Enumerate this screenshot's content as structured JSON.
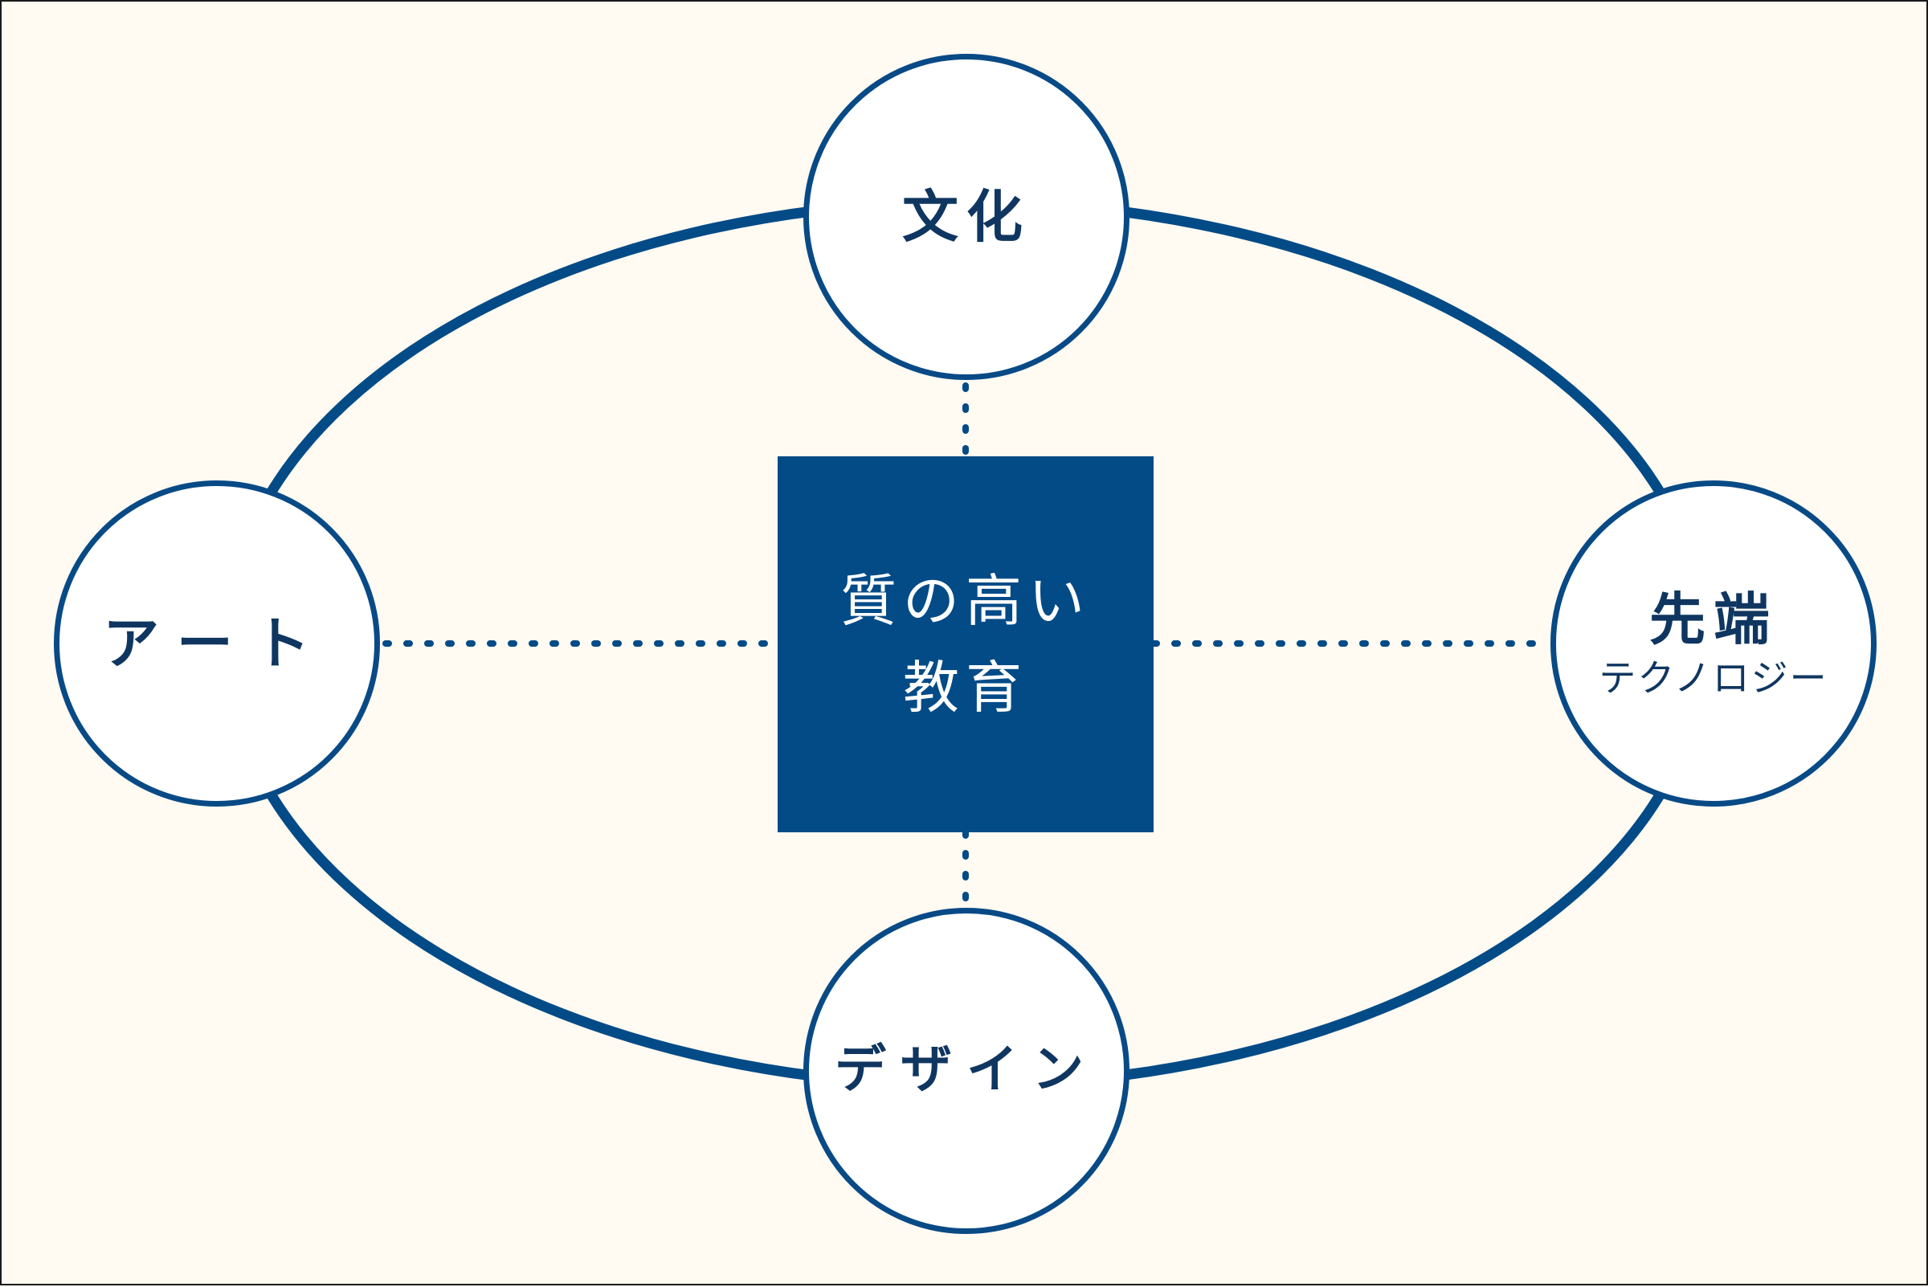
{
  "colors": {
    "background": "#fffaf2",
    "accent": "#084a86",
    "center_fill": "#034b87",
    "text": "#0f3660"
  },
  "center": {
    "title": "質の高い教育"
  },
  "nodes": {
    "culture": {
      "label": "文化"
    },
    "art": {
      "label": "アート"
    },
    "technology": {
      "label": "先端",
      "sublabel": "テクノロジー"
    },
    "design": {
      "label": "デザイン"
    }
  }
}
